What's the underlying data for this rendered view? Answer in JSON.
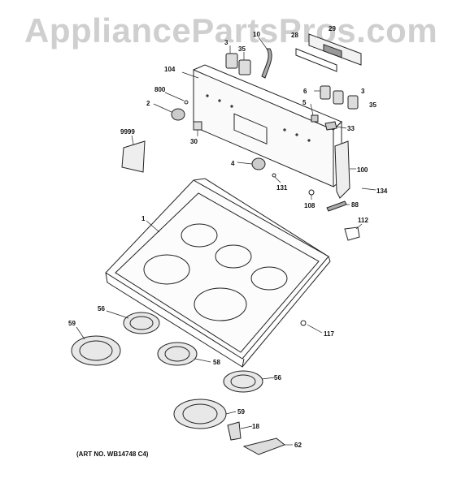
{
  "watermark": "AppliancePartsPros.com",
  "art_number": "(ART NO. WB14748 C4)",
  "callouts": [
    {
      "id": "c-3a",
      "label": "3"
    },
    {
      "id": "c-35a",
      "label": "35"
    },
    {
      "id": "c-10",
      "label": "10"
    },
    {
      "id": "c-28",
      "label": "28"
    },
    {
      "id": "c-29",
      "label": "29"
    },
    {
      "id": "c-104",
      "label": "104"
    },
    {
      "id": "c-800",
      "label": "800"
    },
    {
      "id": "c-2",
      "label": "2"
    },
    {
      "id": "c-6",
      "label": "6"
    },
    {
      "id": "c-3b",
      "label": "3"
    },
    {
      "id": "c-5",
      "label": "5"
    },
    {
      "id": "c-35b",
      "label": "35"
    },
    {
      "id": "c-33",
      "label": "33"
    },
    {
      "id": "c-30",
      "label": "30"
    },
    {
      "id": "c-9999",
      "label": "9999"
    },
    {
      "id": "c-4",
      "label": "4"
    },
    {
      "id": "c-131",
      "label": "131"
    },
    {
      "id": "c-100",
      "label": "100"
    },
    {
      "id": "c-134",
      "label": "134"
    },
    {
      "id": "c-108",
      "label": "108"
    },
    {
      "id": "c-88",
      "label": "88"
    },
    {
      "id": "c-1",
      "label": "1"
    },
    {
      "id": "c-112",
      "label": "112"
    },
    {
      "id": "c-56a",
      "label": "56"
    },
    {
      "id": "c-59a",
      "label": "59"
    },
    {
      "id": "c-117",
      "label": "117"
    },
    {
      "id": "c-58",
      "label": "58"
    },
    {
      "id": "c-56b",
      "label": "56"
    },
    {
      "id": "c-59b",
      "label": "59"
    },
    {
      "id": "c-18",
      "label": "18"
    },
    {
      "id": "c-62",
      "label": "62"
    }
  ]
}
